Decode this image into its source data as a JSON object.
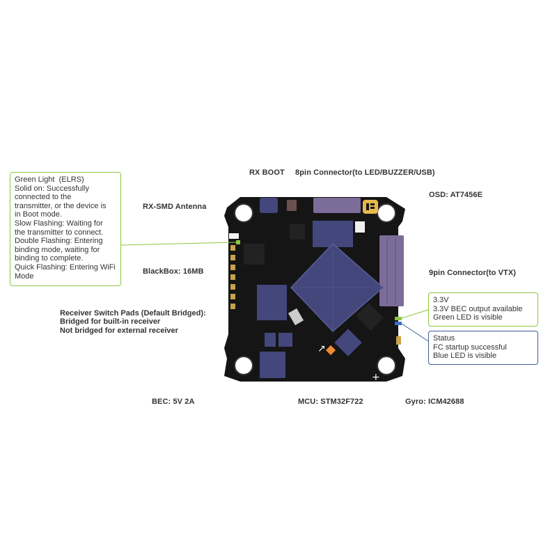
{
  "labels": {
    "rx_boot": "RX  BOOT",
    "connector_8pin": "8pin Connector(to LED/BUZZER/USB)",
    "osd": "OSD:  AT7456E",
    "rx_smd_antenna": "RX-SMD Antenna",
    "blackbox": "BlackBox:  16MB",
    "connector_9pin": "9pin Connector(to VTX)",
    "bec": "BEC:  5V 2A",
    "mcu": "MCU:  STM32F722",
    "gyro": "Gyro:  ICM42688"
  },
  "elrs_box": {
    "lines": [
      "Green Light  (ELRS)",
      "Solid on: Successfully",
      "connected to the",
      "transmitter, or the device is",
      "in Boot mode.",
      "Slow Flashing: Waiting for",
      "the transmitter to connect.",
      "Double Flashing: Entering",
      "binding mode, waiting for",
      "binding to complete.",
      "Quick Flashing: Entering WiFi",
      "Mode"
    ]
  },
  "v33_box": {
    "lines": [
      "3.3V",
      "3.3V BEC output available",
      "Green LED is visible"
    ]
  },
  "status_box": {
    "lines": [
      "Status",
      "FC startup successful",
      "Blue LED is visible"
    ]
  },
  "receiver_pads": {
    "lines": [
      "Receiver Switch Pads (Default Bridged):",
      "Bridged for built-in receiver",
      "Not bridged for external receiver"
    ]
  },
  "colors": {
    "board": "#151515",
    "chip": "#43477c",
    "connector": "#7c6c9a",
    "green_accent": "#8cc63f",
    "blue_accent": "#3c5a9a",
    "gold_pad": "#c7a24a"
  }
}
